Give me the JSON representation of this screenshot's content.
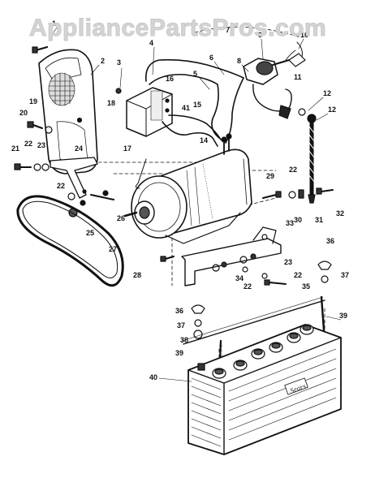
{
  "watermark": "AppliancePartsPros.com",
  "battery_brand": "Sears",
  "callouts": [
    {
      "id": "c1",
      "label": "1"
    },
    {
      "id": "c2",
      "label": "2"
    },
    {
      "id": "c3",
      "label": "3"
    },
    {
      "id": "c4",
      "label": "4"
    },
    {
      "id": "c5",
      "label": "5"
    },
    {
      "id": "c6",
      "label": "6"
    },
    {
      "id": "c7",
      "label": "7"
    },
    {
      "id": "c8",
      "label": "8"
    },
    {
      "id": "c9",
      "label": "9"
    },
    {
      "id": "c10",
      "label": "10"
    },
    {
      "id": "c11",
      "label": "11"
    },
    {
      "id": "c12a",
      "label": "12"
    },
    {
      "id": "c12b",
      "label": "12"
    },
    {
      "id": "c14",
      "label": "14"
    },
    {
      "id": "c15",
      "label": "15"
    },
    {
      "id": "c16",
      "label": "16"
    },
    {
      "id": "c17",
      "label": "17"
    },
    {
      "id": "c18",
      "label": "18"
    },
    {
      "id": "c19",
      "label": "19"
    },
    {
      "id": "c20",
      "label": "20"
    },
    {
      "id": "c21",
      "label": "21"
    },
    {
      "id": "c22a",
      "label": "22"
    },
    {
      "id": "c23a",
      "label": "23"
    },
    {
      "id": "c24",
      "label": "24"
    },
    {
      "id": "c22b",
      "label": "22"
    },
    {
      "id": "c25",
      "label": "25"
    },
    {
      "id": "c26",
      "label": "26"
    },
    {
      "id": "c27",
      "label": "27"
    },
    {
      "id": "c28",
      "label": "28"
    },
    {
      "id": "c29",
      "label": "29"
    },
    {
      "id": "c22c",
      "label": "22"
    },
    {
      "id": "c30",
      "label": "30"
    },
    {
      "id": "c31",
      "label": "31"
    },
    {
      "id": "c32",
      "label": "32"
    },
    {
      "id": "c33",
      "label": "33"
    },
    {
      "id": "c23b",
      "label": "23"
    },
    {
      "id": "c34",
      "label": "34"
    },
    {
      "id": "c22d",
      "label": "22"
    },
    {
      "id": "c22e",
      "label": "22"
    },
    {
      "id": "c35",
      "label": "35"
    },
    {
      "id": "c36a",
      "label": "36"
    },
    {
      "id": "c37a",
      "label": "37"
    },
    {
      "id": "c36b",
      "label": "36"
    },
    {
      "id": "c37b",
      "label": "37"
    },
    {
      "id": "c38",
      "label": "38"
    },
    {
      "id": "c39a",
      "label": "39"
    },
    {
      "id": "c39b",
      "label": "39"
    },
    {
      "id": "c40",
      "label": "40"
    },
    {
      "id": "c41",
      "label": "41"
    }
  ]
}
